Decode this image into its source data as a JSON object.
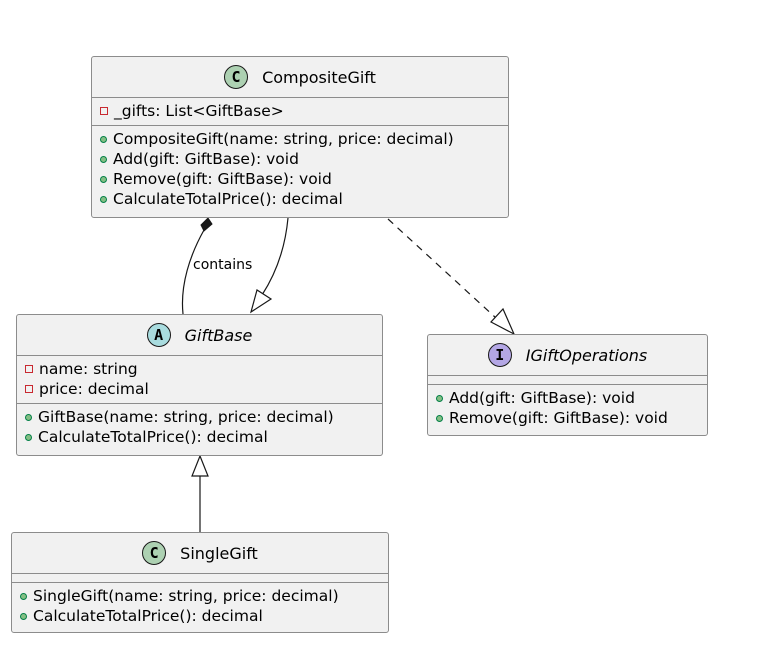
{
  "colors": {
    "class_fill": "#f1f1f1",
    "class_border": "#8c8c8c",
    "class_stereotype": "#add1b2",
    "abstract_stereotype": "#a9dcdf",
    "interface_stereotype": "#b4a7e5",
    "private_marker": "#c82930",
    "public_marker": "#84be84",
    "edge": "#181818"
  },
  "classes": {
    "composite_gift": {
      "stereotype": "C",
      "name": "CompositeGift",
      "fields": [
        {
          "visibility": "private",
          "text": "_gifts: List<GiftBase>"
        }
      ],
      "methods": [
        {
          "visibility": "public",
          "text": "CompositeGift(name: string, price: decimal)"
        },
        {
          "visibility": "public",
          "text": "Add(gift: GiftBase): void"
        },
        {
          "visibility": "public",
          "text": "Remove(gift: GiftBase): void"
        },
        {
          "visibility": "public",
          "text": "CalculateTotalPrice(): decimal"
        }
      ]
    },
    "gift_base": {
      "stereotype": "A",
      "name": "GiftBase",
      "abstract": true,
      "fields": [
        {
          "visibility": "private",
          "text": "name: string"
        },
        {
          "visibility": "private",
          "text": "price: decimal"
        }
      ],
      "methods": [
        {
          "visibility": "public",
          "text": "GiftBase(name: string, price: decimal)"
        },
        {
          "visibility": "public",
          "text": "CalculateTotalPrice(): decimal"
        }
      ]
    },
    "igift_operations": {
      "stereotype": "I",
      "name": "IGiftOperations",
      "abstract": true,
      "fields": [],
      "methods": [
        {
          "visibility": "public",
          "text": "Add(gift: GiftBase): void"
        },
        {
          "visibility": "public",
          "text": "Remove(gift: GiftBase): void"
        }
      ]
    },
    "single_gift": {
      "stereotype": "C",
      "name": "SingleGift",
      "fields": [],
      "methods": [
        {
          "visibility": "public",
          "text": "SingleGift(name: string, price: decimal)"
        },
        {
          "visibility": "public",
          "text": "CalculateTotalPrice(): decimal"
        }
      ]
    }
  },
  "relations": {
    "composition_label": "contains",
    "list": [
      {
        "from": "CompositeGift",
        "to": "GiftBase",
        "kind": "composition",
        "label": "contains"
      },
      {
        "from": "CompositeGift",
        "to": "GiftBase",
        "kind": "generalization"
      },
      {
        "from": "CompositeGift",
        "to": "IGiftOperations",
        "kind": "realization"
      },
      {
        "from": "SingleGift",
        "to": "GiftBase",
        "kind": "generalization"
      }
    ]
  }
}
